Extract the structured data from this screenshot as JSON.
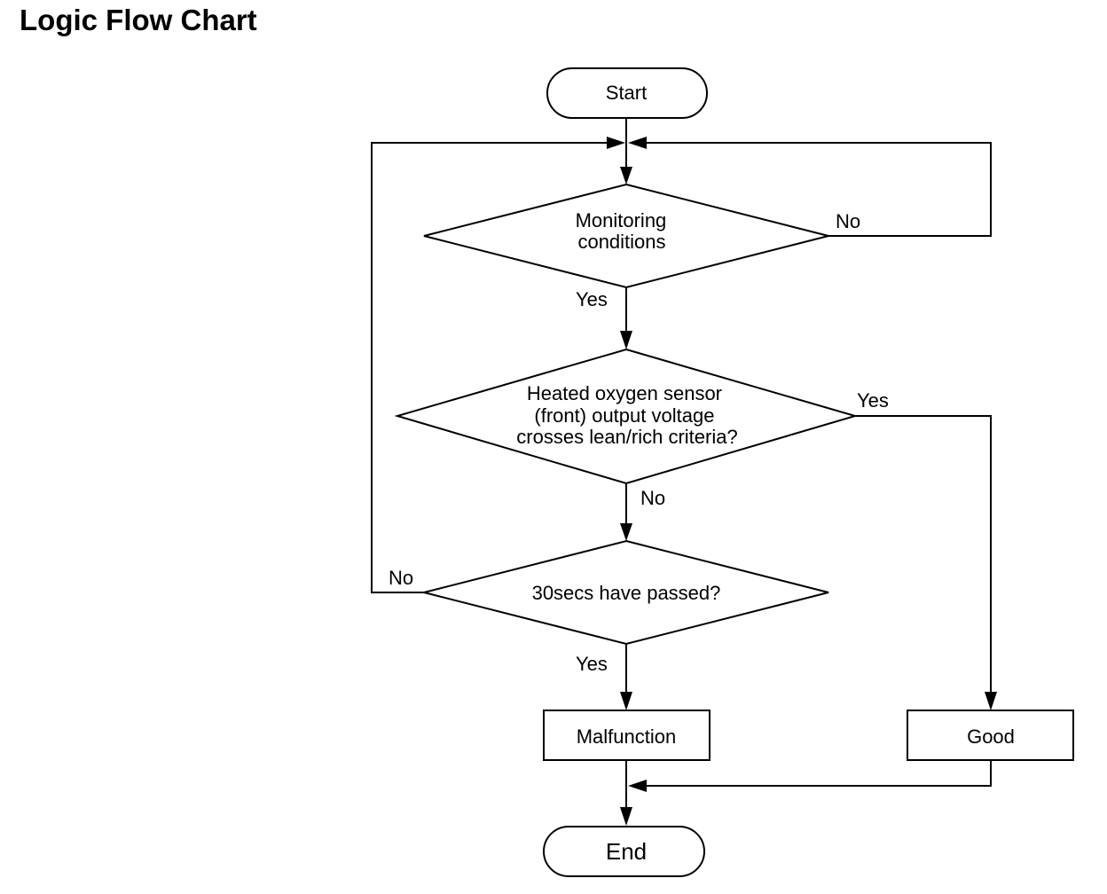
{
  "title": "Logic Flow Chart",
  "nodes": {
    "start": {
      "label": "Start"
    },
    "monitoring": {
      "lines": [
        "Monitoring",
        "conditions"
      ]
    },
    "sensor": {
      "lines": [
        "Heated oxygen sensor",
        "(front) output voltage",
        "crosses lean/rich criteria?"
      ]
    },
    "timer": {
      "label": "30secs have passed?"
    },
    "malfunction": {
      "label": "Malfunction"
    },
    "good": {
      "label": "Good"
    },
    "end": {
      "label": "End"
    }
  },
  "edge_labels": {
    "monitoring_no": "No",
    "monitoring_yes": "Yes",
    "sensor_yes": "Yes",
    "sensor_no": "No",
    "timer_no": "No",
    "timer_yes": "Yes"
  }
}
